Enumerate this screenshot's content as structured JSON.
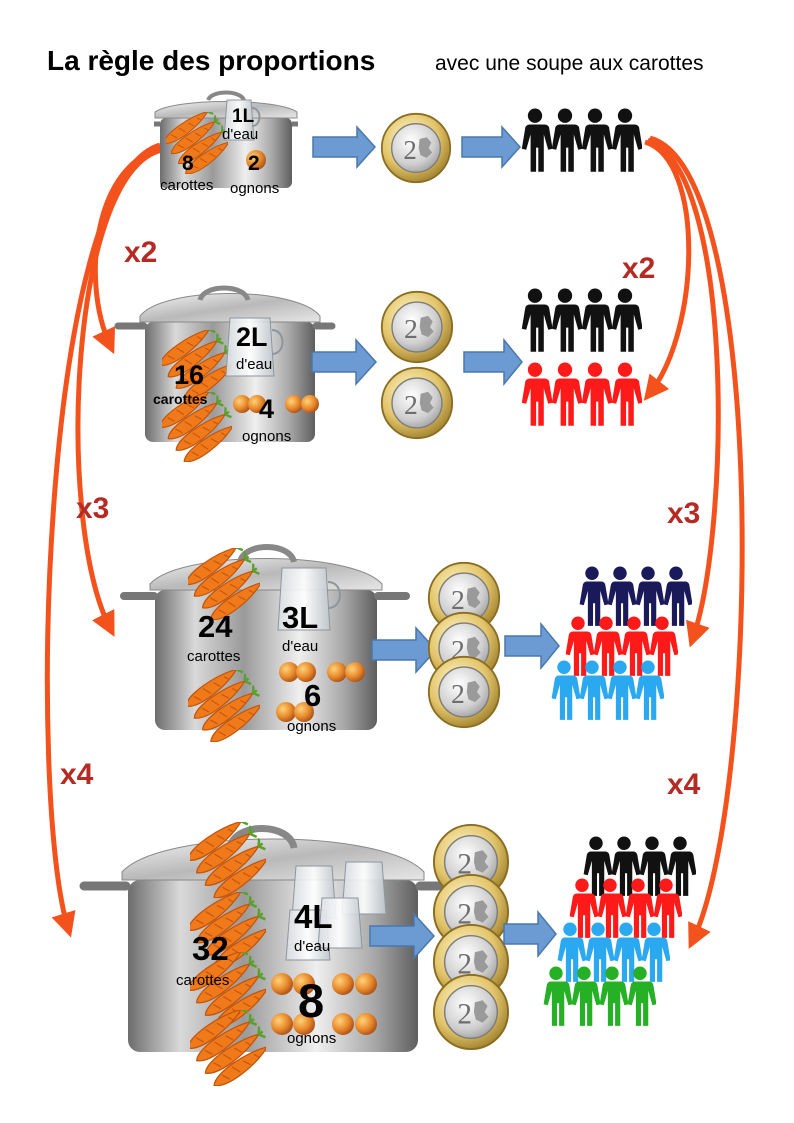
{
  "title": "La règle des proportions",
  "subtitle": "avec une soupe aux carottes",
  "colors": {
    "arrow_orange": "#f4521d",
    "multiplier_red": "#b52a23",
    "block_arrow_blue": "#6b9bd2",
    "person_colors": [
      "#111111",
      "#ff1a1a",
      "#1a1a5a",
      "#2aa8f0",
      "#25b025"
    ]
  },
  "icons": [
    "cooking-pot-icon",
    "carrot-icon",
    "onion-icon",
    "water-jug-icon",
    "two-euro-coin-icon",
    "person-icon"
  ],
  "rows": [
    {
      "multiplier": "",
      "water": "1L",
      "water_unit": "d'eau",
      "carrots": "8",
      "carrots_label": "carottes",
      "onions": "2",
      "onions_label": "ognons",
      "coins": 1,
      "people_groups": [
        "#111111"
      ]
    },
    {
      "multiplier": "x2",
      "water": "2L",
      "water_unit": "d'eau",
      "carrots": "16",
      "carrots_label": "carottes",
      "onions": "4",
      "onions_label": "ognons",
      "coins": 2,
      "people_groups": [
        "#111111",
        "#ff1a1a"
      ]
    },
    {
      "multiplier": "x3",
      "water": "3L",
      "water_unit": "d'eau",
      "carrots": "24",
      "carrots_label": "carottes",
      "onions": "6",
      "onions_label": "ognons",
      "coins": 3,
      "people_groups": [
        "#1a1a5a",
        "#ff1a1a",
        "#2aa8f0"
      ]
    },
    {
      "multiplier": "x4",
      "water": "4L",
      "water_unit": "d'eau",
      "carrots": "32",
      "carrots_label": "carottes",
      "onions": "8",
      "onions_label": "ognons",
      "coins": 4,
      "people_groups": [
        "#111111",
        "#ff1a1a",
        "#2aa8f0",
        "#25b025"
      ]
    }
  ],
  "left_multipliers": [
    "x2",
    "x3",
    "x4"
  ],
  "right_multipliers": [
    "x2",
    "x3",
    "x4"
  ]
}
